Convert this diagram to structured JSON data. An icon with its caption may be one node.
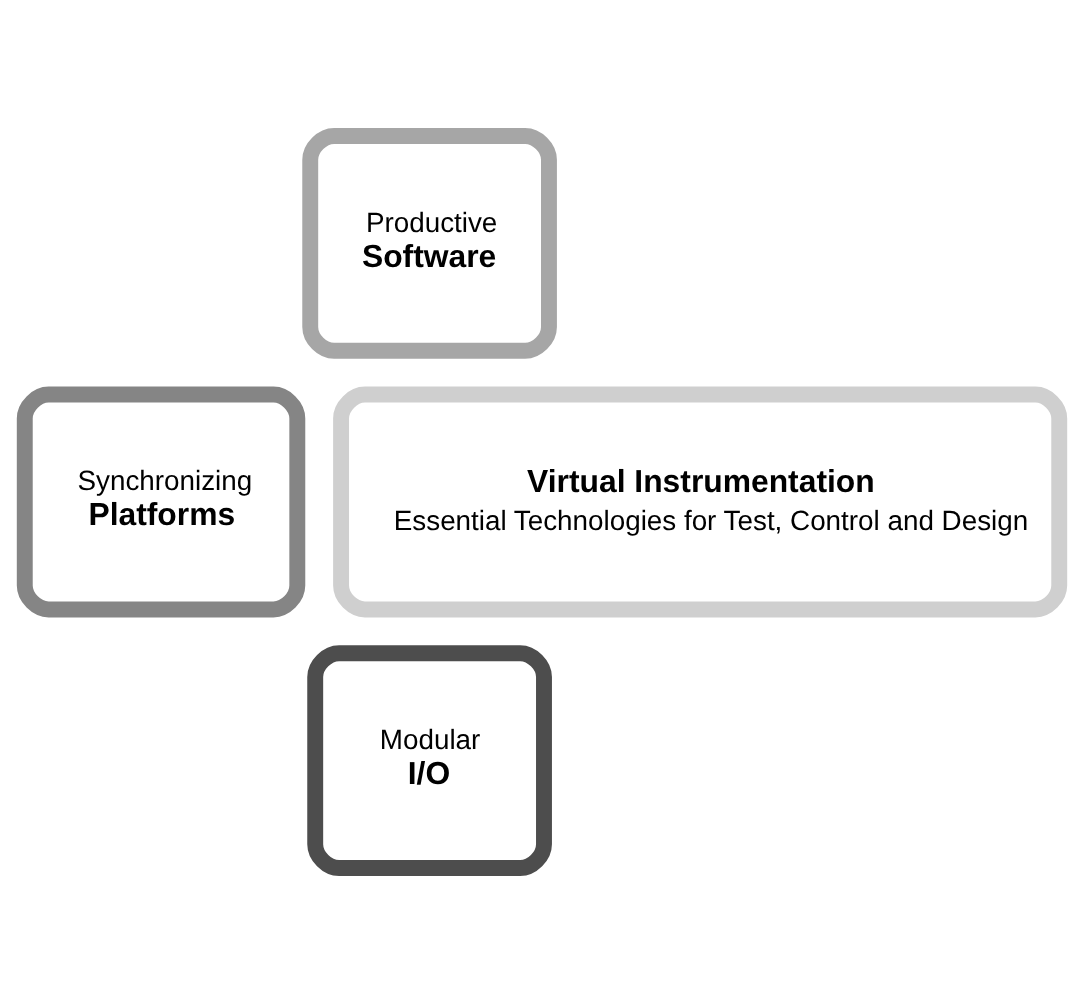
{
  "diagram": {
    "nodes": [
      {
        "text": [
          "Productive",
          "Software"
        ]
      },
      {
        "text": [
          "Synchronizing",
          "Platforms"
        ]
      },
      {
        "text": [
          "Virtual Instrumentation",
          "Essential Technologies for Test, Control and Design"
        ]
      },
      {
        "text": [
          "Modular",
          "I/O"
        ]
      }
    ]
  }
}
